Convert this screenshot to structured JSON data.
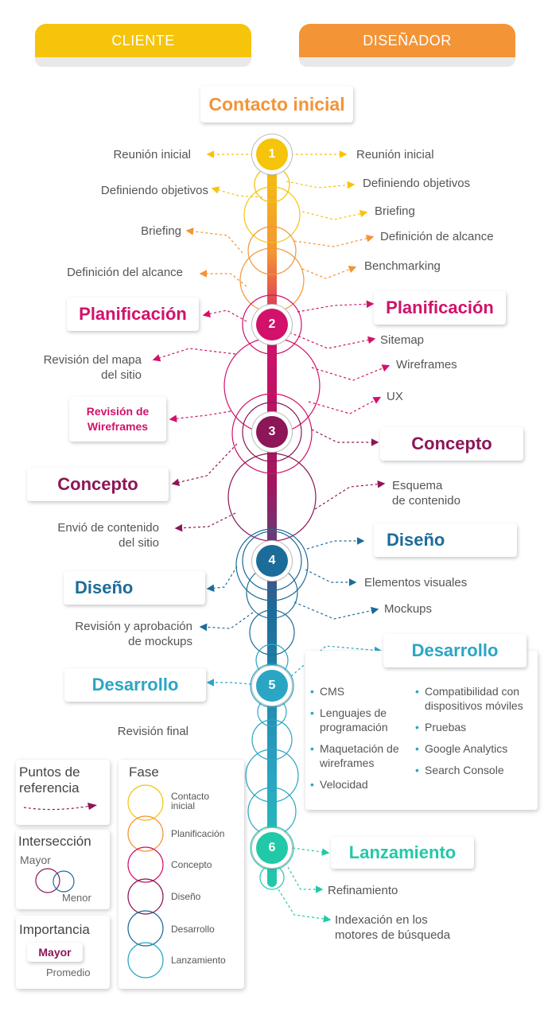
{
  "header": {
    "left_tab": "CLIENTE",
    "right_tab": "DISEÑADOR"
  },
  "colors": {
    "yellow": "#F5C40B",
    "orange": "#F39436",
    "magenta": "#D2116B",
    "purple": "#8C1657",
    "blue": "#1C6C99",
    "teal": "#2AA6C4",
    "green": "#21C9A8"
  },
  "top_title": "Contacto inicial",
  "nodes": [
    "1",
    "2",
    "3",
    "4",
    "5",
    "6"
  ],
  "left": {
    "reunion": "Reunión inicial",
    "definiendo": "Definiendo objetivos",
    "briefing": "Briefing",
    "def_alcance": "Definición del alcance",
    "planificacion": "Planificación",
    "revision_mapa_1": "Revisión del mapa",
    "revision_mapa_2": "del sitio",
    "revision_wire_1": "Revisión de",
    "revision_wire_2": "Wireframes",
    "concepto": "Concepto",
    "envio_1": "Envió de contenido",
    "envio_2": "del sitio",
    "diseno": "Diseño",
    "revision_mock_1": "Revisión y aprobación",
    "revision_mock_2": "de mockups",
    "desarrollo": "Desarrollo",
    "revision_final": "Revisión final"
  },
  "right": {
    "reunion": "Reunión inicial",
    "definiendo": "Definiendo objetivos",
    "briefing": "Briefing",
    "def_alcance": "Definición de alcance",
    "benchmarking": "Benchmarking",
    "planificacion": "Planificación",
    "sitemap": "Sitemap",
    "wireframes": "Wireframes",
    "ux": "UX",
    "concepto": "Concepto",
    "esquema_1": "Esquema",
    "esquema_2": "de contenido",
    "diseno": "Diseño",
    "elementos": "Elementos visuales",
    "mockups": "Mockups",
    "desarrollo": "Desarrollo",
    "dev_col1": [
      "CMS",
      "Lenguajes de programación",
      "Maquetación de wireframes",
      "Velocidad"
    ],
    "dev_col2": [
      "Compatibilidad con dispositivos móviles",
      "Pruebas",
      "Google Analytics",
      "Search Console"
    ],
    "lanzamiento": "Lanzamiento",
    "refinamiento": "Refinamiento",
    "indexacion_1": "Indexación en los",
    "indexacion_2": "motores de búsqueda"
  },
  "legend": {
    "puntos_1": "Puntos de",
    "puntos_2": "referencia",
    "interseccion": "Intersección",
    "mayor": "Mayor",
    "menor": "Menor",
    "importancia": "Importancia",
    "imp_mayor": "Mayor",
    "imp_promedio": "Promedio",
    "fase": "Fase",
    "fases": [
      "Contacto inicial",
      "Planificación",
      "Concepto",
      "Diseño",
      "Desarrollo",
      "Lanzamiento"
    ]
  }
}
